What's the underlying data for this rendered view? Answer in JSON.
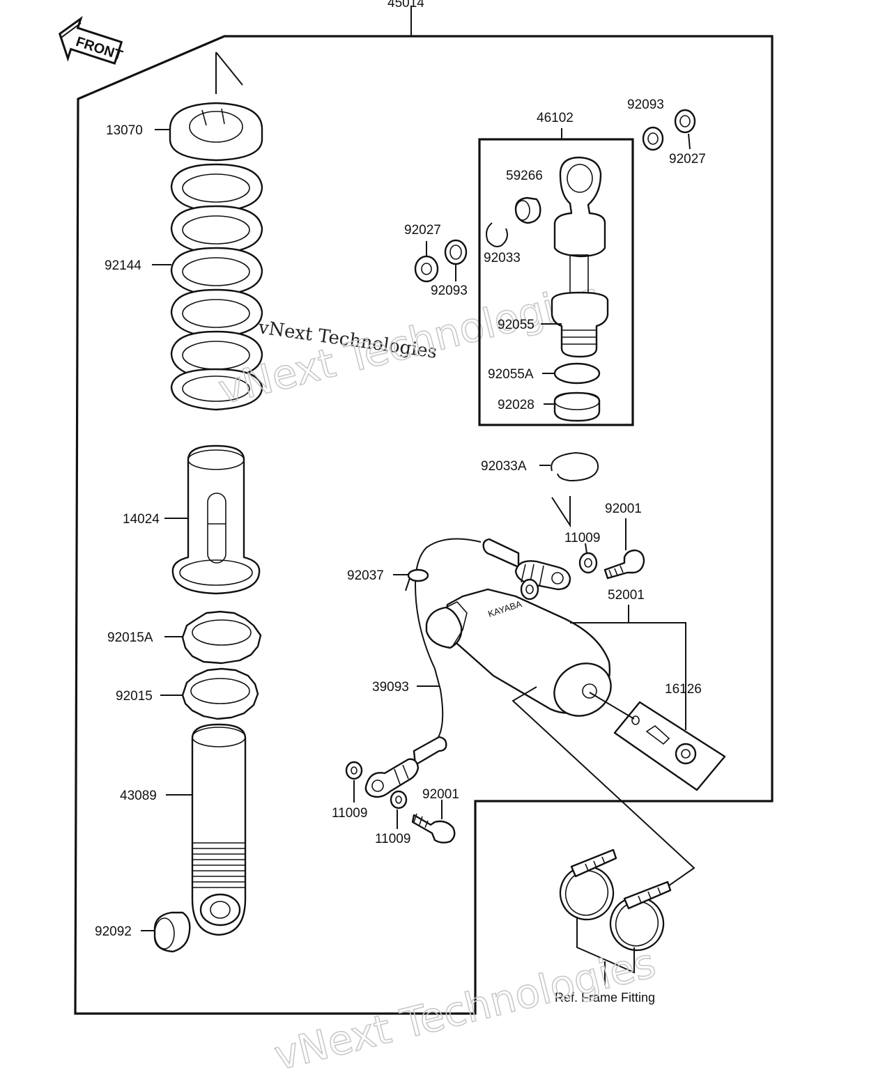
{
  "assembly_number": "45014",
  "front_label": "FRONT",
  "watermark": {
    "line1": "vNext Technologies",
    "outline": "vNext Technologies"
  },
  "parts": {
    "p13070": "13070",
    "p92144": "92144",
    "p14024": "14024",
    "p92015A": "92015A",
    "p92015": "92015",
    "p43089": "43089",
    "p92092": "92092",
    "p46102": "46102",
    "p92093_top": "92093",
    "p92027_top": "92027",
    "p59266": "59266",
    "p92027_mid": "92027",
    "p92093_mid": "92093",
    "p92033": "92033",
    "p92055": "92055",
    "p92055A": "92055A",
    "p92028": "92028",
    "p92033A": "92033A",
    "p92001_top": "92001",
    "p11009_top": "11009",
    "p92037": "92037",
    "p52001": "52001",
    "p16126": "16126",
    "p39093": "39093",
    "p11009_bl": "11009",
    "p11009_b": "11009",
    "p92001_b": "92001"
  },
  "ref_frame_fitting": "Ref. Frame Fitting",
  "reservoir_text": "KAYABA"
}
